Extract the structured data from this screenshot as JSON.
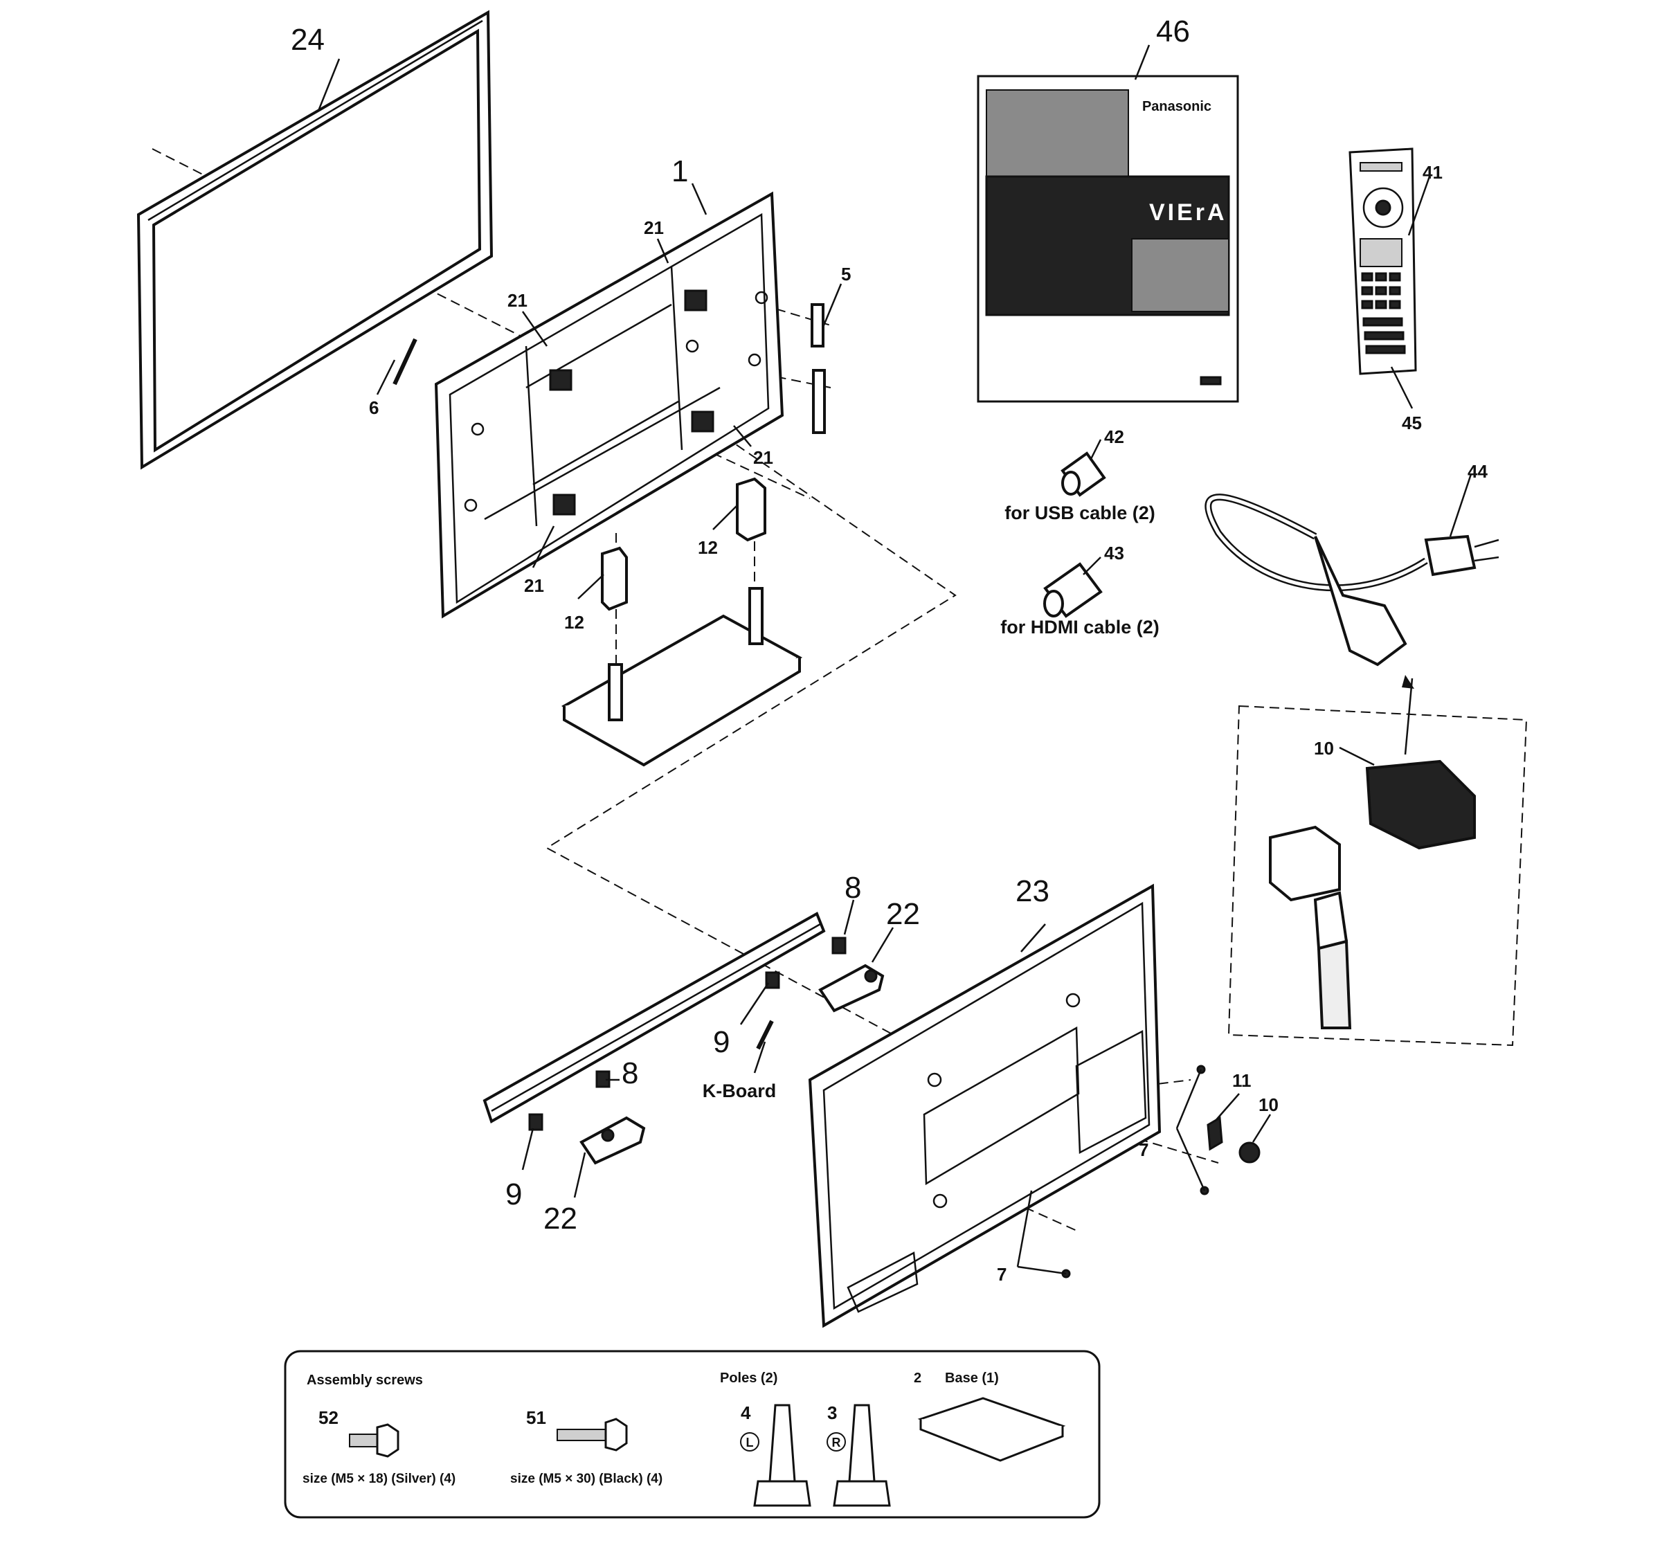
{
  "callouts": {
    "c24": "24",
    "c1": "1",
    "c21a": "21",
    "c21b": "21",
    "c21c": "21",
    "c21d": "21",
    "c5": "5",
    "c6": "6",
    "c12a": "12",
    "c12b": "12",
    "c46": "46",
    "c41": "41",
    "c45": "45",
    "c42": "42",
    "c43": "43",
    "c44": "44",
    "c10a": "10",
    "c10b": "10",
    "c11": "11",
    "c8a": "8",
    "c8b": "8",
    "c22a": "22",
    "c22b": "22",
    "c9a": "9",
    "c9b": "9",
    "c23": "23",
    "c7a": "7",
    "c7b": "7"
  },
  "captions": {
    "usb": "for USB cable (2)",
    "hdmi": "for HDMI cable (2)",
    "kboard": "K-Board"
  },
  "manual": {
    "brand": "Panasonic",
    "product": "VIErA"
  },
  "legend": {
    "title": "Assembly screws",
    "screw52_num": "52",
    "screw52_size": "size (M5 × 18) (Silver) (4)",
    "screw51_num": "51",
    "screw51_size": "size (M5 × 30) (Black) (4)",
    "poles_label": "Poles (2)",
    "pole_left_num": "4",
    "pole_left_mark": "L",
    "pole_right_num": "3",
    "pole_right_mark": "R",
    "base_num": "2",
    "base_label": "Base (1)"
  }
}
